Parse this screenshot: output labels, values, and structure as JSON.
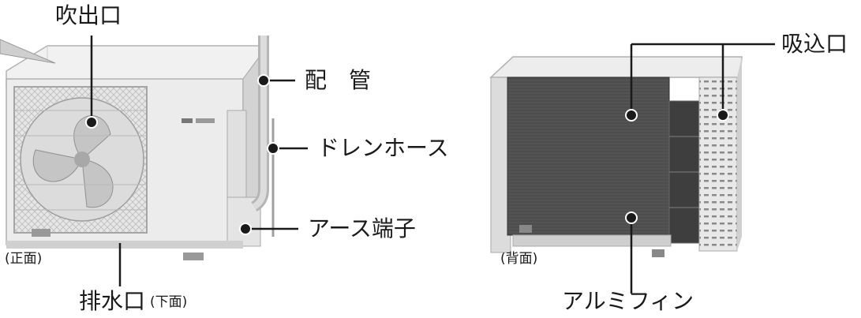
{
  "labels": {
    "fukidashi": "吹出口",
    "haikan": "配　管",
    "drain": "ドレンホース",
    "earth": "アース端子",
    "front": "(正面)",
    "haisui": "排水口",
    "haisui_sub": "(下面)",
    "back": "(背面)",
    "kyuukomi": "吸込口",
    "aluminum_fin": "アルミフィン"
  },
  "colors": {
    "unit_body": "#ececec",
    "unit_shadow": "#c9c9c9",
    "fin": "#4a4a4a",
    "line": "#1a1a1a"
  }
}
